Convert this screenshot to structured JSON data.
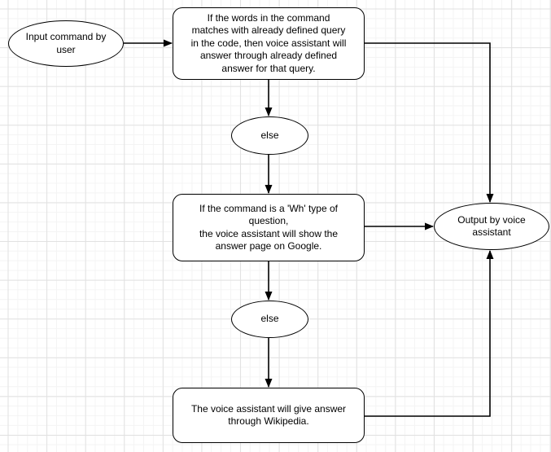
{
  "diagram": {
    "nodes": {
      "input": {
        "type": "ellipse",
        "label": "Input command by\nuser"
      },
      "match_query": {
        "type": "process",
        "label": "If the words in the command\nmatches with already defined query\nin the code, then voice assistant will\nanswer through already defined\nanswer for that query."
      },
      "else1": {
        "type": "ellipse",
        "label": "else"
      },
      "wh_question": {
        "type": "process",
        "label": "If the command is a 'Wh' type of\nquestion,\nthe voice assistant will show the\nanswer page on Google."
      },
      "else2": {
        "type": "ellipse",
        "label": "else"
      },
      "wikipedia": {
        "type": "process",
        "label": "The voice assistant will give answer\nthrough Wikipedia."
      },
      "output": {
        "type": "ellipse",
        "label": "Output by voice\nassistant"
      }
    },
    "edges": [
      {
        "from": "input",
        "to": "match_query"
      },
      {
        "from": "match_query",
        "to": "else1"
      },
      {
        "from": "else1",
        "to": "wh_question"
      },
      {
        "from": "wh_question",
        "to": "output"
      },
      {
        "from": "wh_question",
        "to": "else2"
      },
      {
        "from": "else2",
        "to": "wikipedia"
      },
      {
        "from": "match_query",
        "to": "output"
      },
      {
        "from": "wikipedia",
        "to": "output"
      }
    ],
    "colors": {
      "node_fill": "#ffffff",
      "node_stroke": "#000000",
      "edge_stroke": "#000000",
      "grid_minor": "#f4f4f4",
      "grid_major": "#e1e1e1",
      "background": "#ffffff"
    }
  }
}
